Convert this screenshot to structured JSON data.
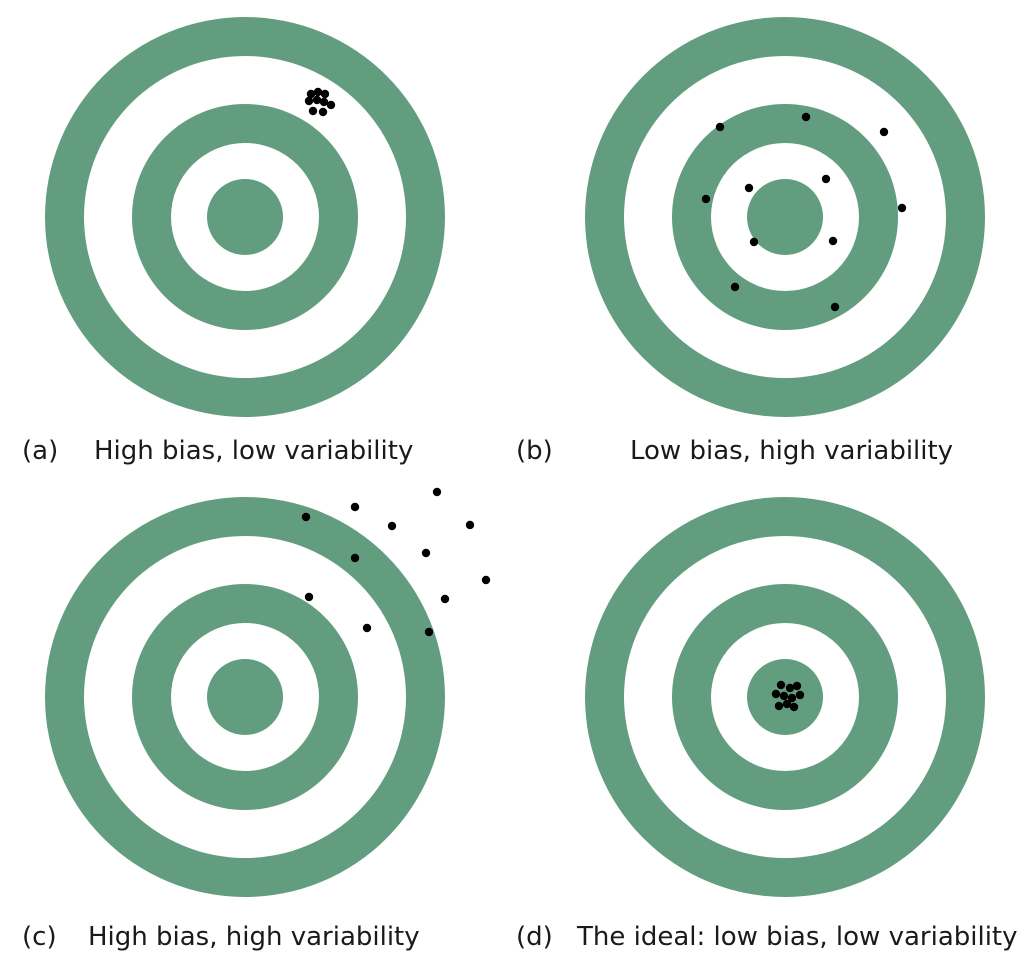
{
  "colors": {
    "ring": "#629d7f",
    "background": "#ffffff",
    "dot": "#000000",
    "text": "#1a1a1a"
  },
  "panels": [
    {
      "letter": "(a)",
      "caption": "High bias, low variability"
    },
    {
      "letter": "(b)",
      "caption": "Low bias, high variability"
    },
    {
      "letter": "(c)",
      "caption": "High bias, high variability"
    },
    {
      "letter": "(d)",
      "caption": "The ideal: low bias, low variability"
    }
  ]
}
